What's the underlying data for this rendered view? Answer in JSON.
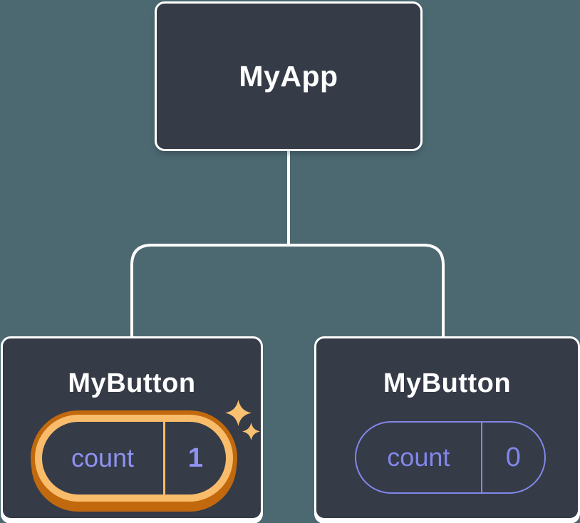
{
  "diagram": {
    "root": {
      "label": "MyApp"
    },
    "children": [
      {
        "label": "MyButton",
        "state_name": "count",
        "state_value": "1",
        "highlighted": true
      },
      {
        "label": "MyButton",
        "state_name": "count",
        "state_value": "0",
        "highlighted": false
      }
    ],
    "icons": {
      "sparkle": "sparkle-icon"
    },
    "colors": {
      "background": "#4c6971",
      "node_fill": "#353b47",
      "node_border": "#ffffff",
      "connector_line": "#ffffff",
      "state_purple": "#8287eb",
      "state_purple_bright": "#8e92f0",
      "highlight_orange_light": "#f9bc6a",
      "highlight_orange_dark": "#c2690e",
      "sparkle_gold": "#f9c172"
    }
  }
}
